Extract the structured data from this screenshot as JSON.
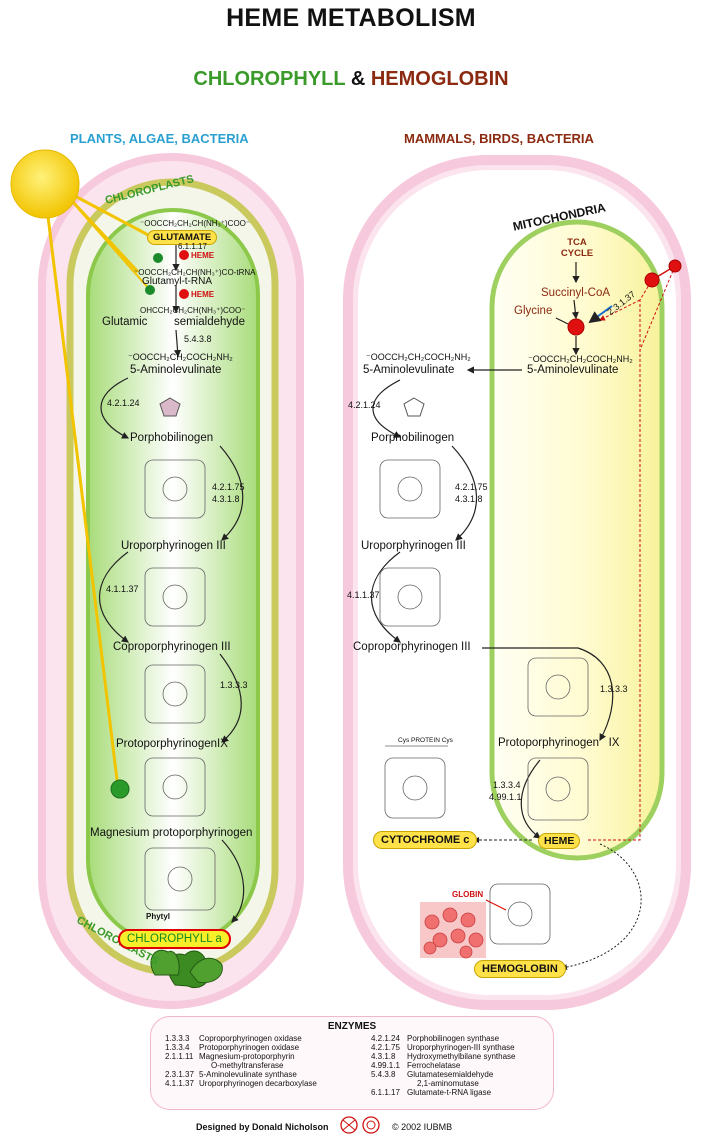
{
  "title": "HEME METABOLISM",
  "subtitle": {
    "left": "CHLOROPHYLL",
    "amp": "&",
    "right": "HEMOGLOBIN"
  },
  "colors": {
    "green": "#3a9a2a",
    "darkred": "#8b2a10",
    "cyan": "#2aa0d0",
    "pink": "#f7c9dc",
    "yellow": "#ffe14a"
  },
  "left": {
    "header": "PLANTS, ALGAE, BACTERIA",
    "organelle_top": "CHLOROPLASTS",
    "organelle_bottom": "CHLOROPLASTS",
    "glutamate_formula": "⁻OOCCH₂CH₂CH(NH₃⁺)COO⁻",
    "glutamate": "GLUTAMATE",
    "enz_61117": "6.1.1.17",
    "heme_tag_1": "HEME",
    "trna_formula": "⁻OOCCH₂CH₂CH(NH₃⁺)CO-tRNA",
    "glutamyl_trna": "Glutamyl-t-RNA",
    "heme_tag_2": "HEME",
    "gsa_formula": "OHCCH₂CH₂CH(NH₃⁺)COO⁻",
    "gsa_1": "Glutamic",
    "gsa_2": "semialdehyde",
    "enz_5438": "5.4.3.8",
    "ala_formula": "⁻OOCCH₂CH₂COCH₂NH₂",
    "ala": "5-Aminolevulinate",
    "enz_42124": "4.2.1.24",
    "pbg": "Porphobilinogen",
    "enz_42175": "4.2.1.75",
    "enz_4318": "4.3.1.8",
    "uro": "Uroporphyrinogen III",
    "enz_41137": "4.1.1.37",
    "copro": "Coproporphyrinogen III",
    "enz_1333": "1.3.3.3",
    "proto": "ProtoporphyrinogenIX",
    "mg": "Magnesium protoporphyrinogen",
    "phytyl": "Phytyl",
    "chlorophyll": "CHLOROPHYLL a"
  },
  "right": {
    "header": "MAMMALS, BIRDS, BACTERIA",
    "organelle": "MITOCHONDRIA",
    "tca": "TCA",
    "cycle": "CYCLE",
    "succinyl": "Succinyl-CoA",
    "glycine": "Glycine",
    "enz_23137": "2.3.1.37",
    "ala_formula_in": "⁻OOCCH₂CH₂COCH₂NH₂",
    "ala_in": "5-Aminolevulinate",
    "ala_formula_out": "⁻OOCCH₂CH₂COCH₂NH₂",
    "ala_out": "5-Aminolevulinate",
    "enz_42124": "4.2.1.24",
    "pbg": "Porphobilinogen",
    "enz_42175": "4.2.1.75",
    "enz_4318": "4.3.1.8",
    "uro": "Uroporphyrinogen III",
    "enz_41137": "4.1.1.37",
    "copro": "Coproporphyrinogen III",
    "enz_1333": "1.3.3.3",
    "proto": "Protoporphyrinogen   IX",
    "enz_1334": "1.3.3.4",
    "enz_49911": "4.99.1.1",
    "heme": "HEME",
    "cytochrome": "CYTOCHROME c",
    "protein": "Cys  PROTEIN  Cys",
    "globin": "GLOBIN",
    "hemoglobin": "HEMOGLOBIN"
  },
  "enzymes": {
    "title": "ENZYMES",
    "left_col": [
      {
        "code": "1.3.3.3",
        "name": "Coproporphyrinogen oxidase"
      },
      {
        "code": "1.3.3.4",
        "name": "Protoporphyrinogen oxidase"
      },
      {
        "code": "2.1.1.11",
        "name": "Magnesium-protoporphyrin"
      },
      {
        "code": "",
        "name": "O-methyltransferase"
      },
      {
        "code": "2.3.1.37",
        "name": "5-Aminolevulinate synthase"
      },
      {
        "code": "4.1.1.37",
        "name": "Uroporphyrinogen decarboxylase"
      }
    ],
    "right_col": [
      {
        "code": "4.2.1.24",
        "name": "Porphobilinogen synthase"
      },
      {
        "code": "4.2.1.75",
        "name": "Uroporphyrinogen-III synthase"
      },
      {
        "code": "4.3.1.8",
        "name": "Hydroxymethylbilane synthase"
      },
      {
        "code": "4.99.1.1",
        "name": "Ferrochelatase"
      },
      {
        "code": "5.4.3.8",
        "name": "Glutamatesemialdehyde"
      },
      {
        "code": "",
        "name": "2,1-aminomutase"
      },
      {
        "code": "6.1.1.17",
        "name": "Glutamate-t-RNA ligase"
      }
    ]
  },
  "footer": {
    "designer": "Designed by Donald Nicholson",
    "copyright": "© 2002 IUBMB"
  }
}
